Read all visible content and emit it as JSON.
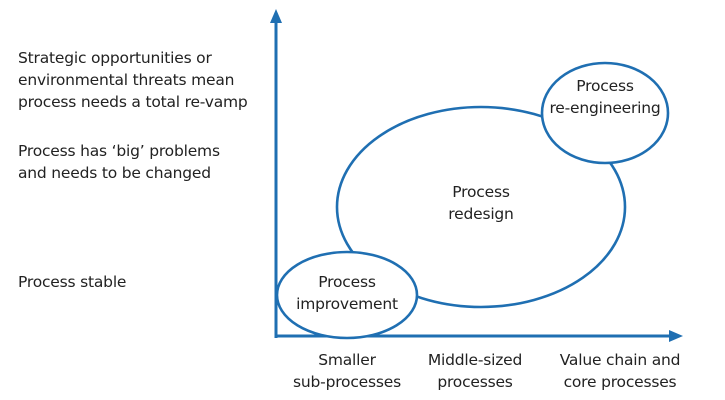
{
  "diagram": {
    "y_levels": [
      "Strategic opportunities or\nenvironmental threats mean\nprocess needs a total re-vamp",
      "Process has ‘big’ problems\nand needs to be changed",
      "Process stable"
    ],
    "x_levels": [
      "Smaller\nsub-processes",
      "Middle-sized\nprocesses",
      "Value chain and\ncore processes"
    ],
    "bubbles": [
      "Process\nimprovement",
      "Process\nredesign",
      "Process\nre-engineering"
    ]
  },
  "colors": {
    "axis": "#1f6fb2",
    "bubble_stroke": "#1f6fb2",
    "bubble_fill": "#ffffff",
    "text": "#222222"
  }
}
